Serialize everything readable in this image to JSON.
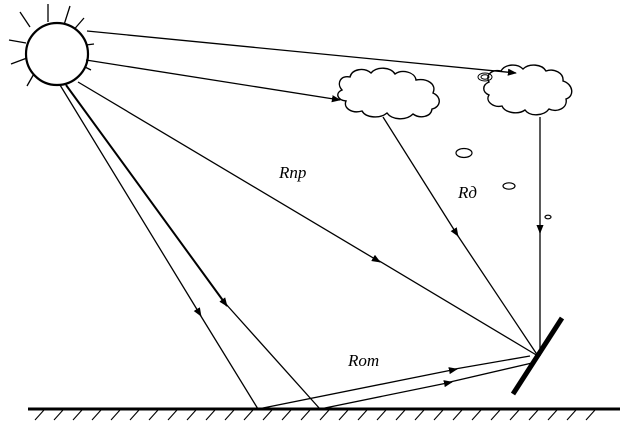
{
  "labels": {
    "direct": "Rпр",
    "diffuse": "Rд",
    "reflected": "Rот"
  },
  "colors": {
    "ink": "#000000",
    "background": "#ffffff"
  }
}
